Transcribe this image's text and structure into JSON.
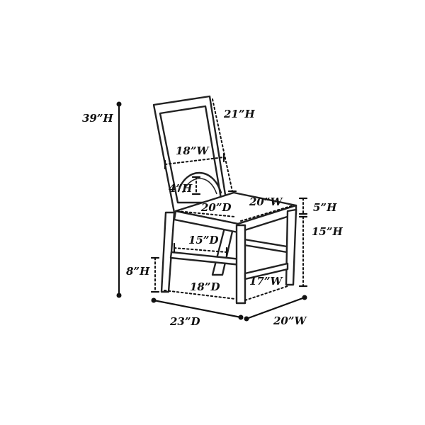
{
  "dimensions": {
    "total_height": "39”H",
    "back_height": "21”H",
    "back_width": "18”W",
    "arch_height": "4”H",
    "seat_depth": "20”D",
    "seat_width": "20”W",
    "seat_thickness": "5”H",
    "seat_height": "15”H",
    "stretcher_depth": "15”D",
    "stretcher_height": "8”H",
    "bottom_depth": "18”D",
    "bottom_width": "17”W",
    "overall_depth": "23”D",
    "overall_width": "20”W"
  }
}
